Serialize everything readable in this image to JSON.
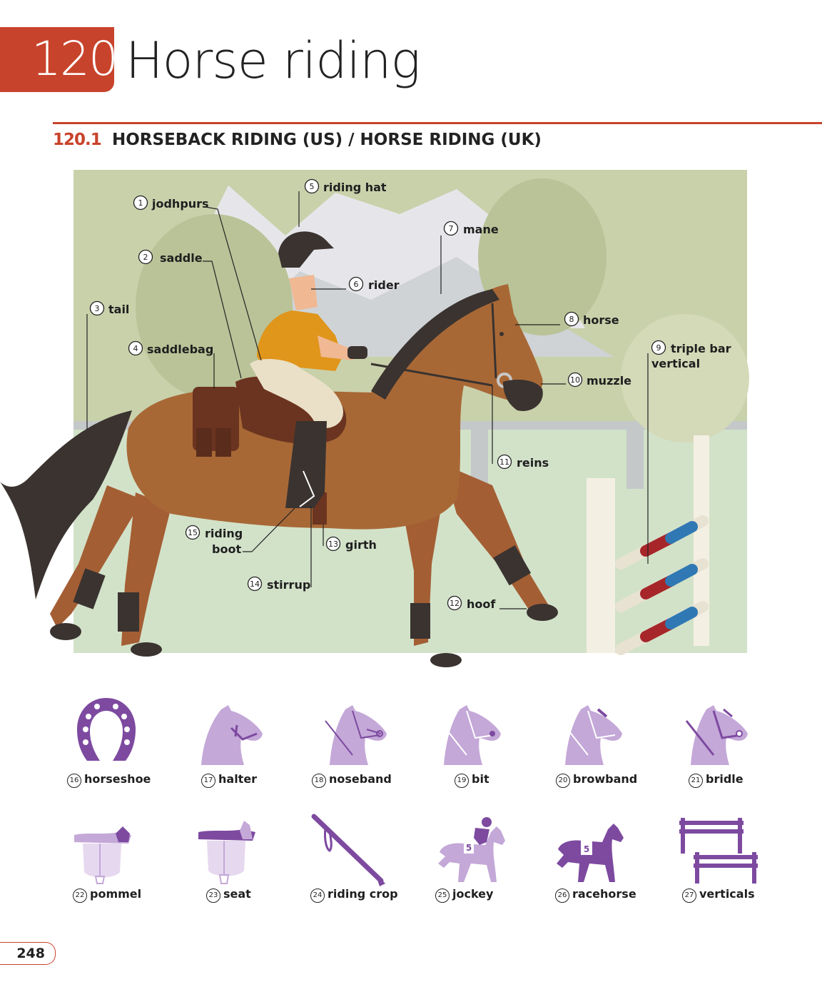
{
  "header": {
    "chapter_number": "120",
    "chapter_title": "Horse riding"
  },
  "section": {
    "number": "120.1",
    "title": "HORSEBACK RIDING (US) / HORSE RIDING (UK)"
  },
  "scene_labels": [
    {
      "n": "1",
      "text": "jodhpurs"
    },
    {
      "n": "2",
      "text": "saddle"
    },
    {
      "n": "3",
      "text": "tail"
    },
    {
      "n": "4",
      "text": "saddlebag"
    },
    {
      "n": "5",
      "text": "riding hat"
    },
    {
      "n": "6",
      "text": "rider"
    },
    {
      "n": "7",
      "text": "mane"
    },
    {
      "n": "8",
      "text": "horse"
    },
    {
      "n": "9",
      "text": "triple bar",
      "text2": "vertical"
    },
    {
      "n": "10",
      "text": "muzzle"
    },
    {
      "n": "11",
      "text": "reins"
    },
    {
      "n": "12",
      "text": "hoof"
    },
    {
      "n": "13",
      "text": "girth"
    },
    {
      "n": "14",
      "text": "stirrup"
    },
    {
      "n": "15",
      "text": "riding",
      "text2": "boot"
    }
  ],
  "icons": [
    {
      "n": "16",
      "label": "horseshoe",
      "icon": "horseshoe-icon"
    },
    {
      "n": "17",
      "label": "halter",
      "icon": "halter-icon"
    },
    {
      "n": "18",
      "label": "noseband",
      "icon": "noseband-icon"
    },
    {
      "n": "19",
      "label": "bit",
      "icon": "bit-icon"
    },
    {
      "n": "20",
      "label": "browband",
      "icon": "browband-icon"
    },
    {
      "n": "21",
      "label": "bridle",
      "icon": "bridle-icon"
    },
    {
      "n": "22",
      "label": "pommel",
      "icon": "pommel-icon"
    },
    {
      "n": "23",
      "label": "seat",
      "icon": "seat-icon"
    },
    {
      "n": "24",
      "label": "riding crop",
      "icon": "riding-crop-icon"
    },
    {
      "n": "25",
      "label": "jockey",
      "icon": "jockey-icon"
    },
    {
      "n": "26",
      "label": "racehorse",
      "icon": "racehorse-icon"
    },
    {
      "n": "27",
      "label": "verticals",
      "icon": "verticals-icon"
    }
  ],
  "race_number": "5",
  "colors": {
    "accent": "#c8432b",
    "icon_purple": "#7d4aa0",
    "icon_lilac": "#c4a8d8"
  },
  "page_number": "248"
}
